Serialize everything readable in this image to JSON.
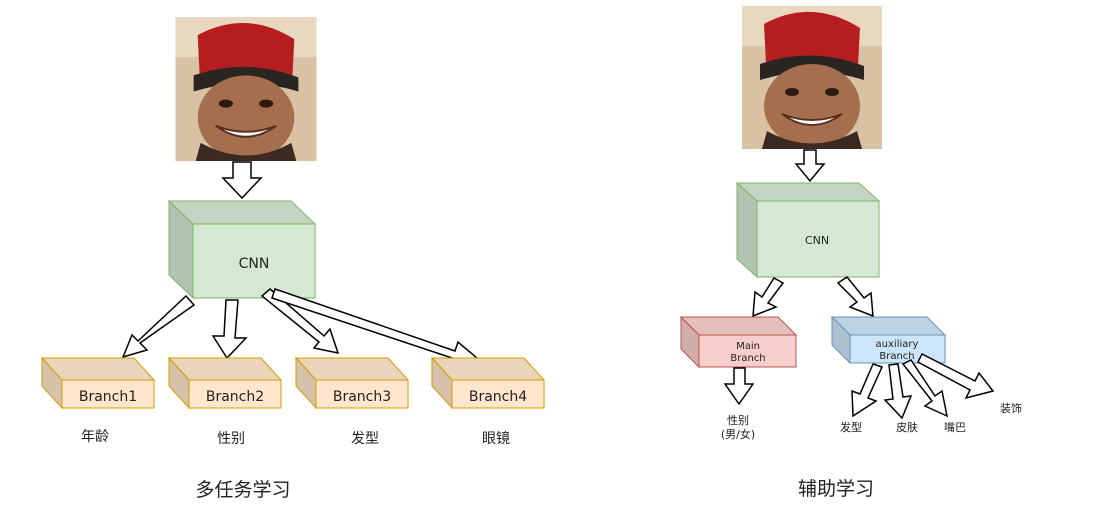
{
  "left": {
    "cnn_label": "CNN",
    "branches": [
      {
        "name": "Branch1",
        "task": "年龄"
      },
      {
        "name": "Branch2",
        "task": "性别"
      },
      {
        "name": "Branch3",
        "task": "发型"
      },
      {
        "name": "Branch4",
        "task": "眼镜"
      }
    ],
    "caption": "多任务学习"
  },
  "right": {
    "cnn_label": "CNN",
    "main_branch": {
      "line1": "Main",
      "line2": "Branch",
      "output_line1": "性别",
      "output_line2": "(男/女)"
    },
    "aux_branch": {
      "line1": "auxiliary",
      "line2": "Branch"
    },
    "aux_outputs": [
      "发型",
      "皮肤",
      "嘴巴",
      "装饰"
    ],
    "caption": "辅助学习"
  },
  "colors": {
    "cnn_fill": "#d5e8d4",
    "cnn_stroke": "#82b366",
    "branch_fill": "#ffe6cc",
    "branch_stroke": "#d79b00",
    "main_fill": "#f8cecc",
    "main_stroke": "#b85450",
    "aux_fill": "#cce5f8",
    "aux_stroke": "#6c8ebf"
  }
}
